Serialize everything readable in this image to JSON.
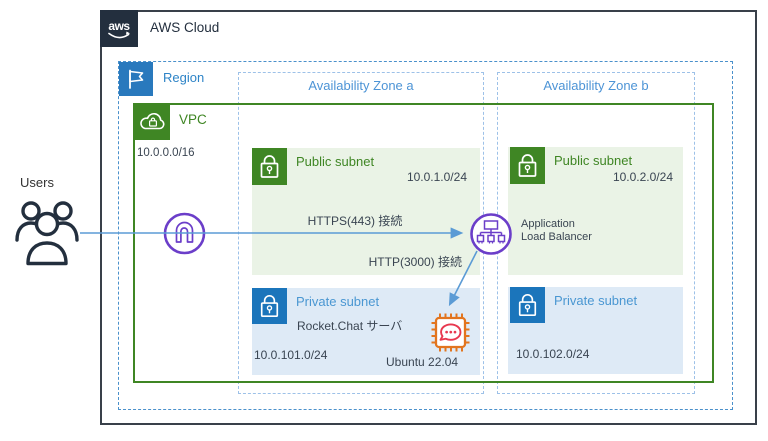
{
  "aws_cloud_label": "AWS Cloud",
  "region_label": "Region",
  "vpc": {
    "label": "VPC",
    "cidr": "10.0.0.0/16"
  },
  "users_label": "Users",
  "alb": {
    "line1": "Application",
    "line2": "Load Balancer"
  },
  "connections": {
    "https_label": "HTTPS(443) 接続",
    "http_label": "HTTP(3000) 接続"
  },
  "zone_a": {
    "label": "Availability Zone a",
    "public_subnet": {
      "label": "Public subnet",
      "cidr": "10.0.1.0/24"
    },
    "private_subnet": {
      "label": "Private subnet",
      "cidr": "10.0.101.0/24",
      "server": "Rocket.Chat サーバ",
      "os": "Ubuntu 22.04"
    }
  },
  "zone_b": {
    "label": "Availability Zone b",
    "public_subnet": {
      "label": "Public subnet",
      "cidr": "10.0.2.0/24"
    },
    "private_subnet": {
      "label": "Private subnet",
      "cidr": "10.0.102.0/24"
    }
  },
  "icons": {
    "aws_logo": "aws-logo",
    "region_flag": "flag-icon",
    "vpc_cloud": "cloud-lock-icon",
    "subnet_lock": "lock-icon",
    "users": "users-icon",
    "internet_gateway": "internet-gateway-icon",
    "load_balancer": "application-load-balancer-icon",
    "server_chip": "rocket-chat-server-chip-icon"
  },
  "colors": {
    "navy": "#232f3e",
    "green": "#3f8624",
    "light_green": "#eaf3e6",
    "blue": "#1b75bb",
    "light_blue_bg": "#deeaf6",
    "region_blue": "#2979bd",
    "az_text_blue": "#4d94d6",
    "purple": "#6b3ec9",
    "orange": "#e2751f",
    "rocketchat_red": "#e8384f",
    "arrow_blue": "#5b9bd5"
  }
}
